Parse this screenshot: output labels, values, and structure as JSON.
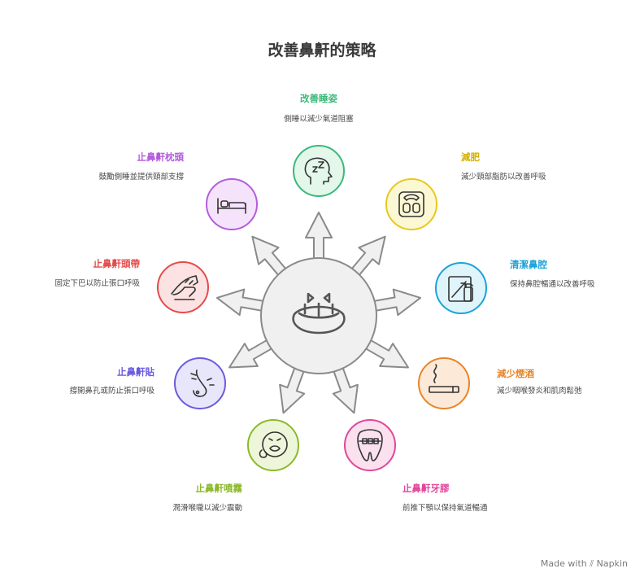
{
  "title": "改善鼻鼾的策略",
  "footer": "Made with ⫽ Napkin",
  "items": [
    {
      "label": "改善睡姿",
      "desc": "側睡以減少氣道阻塞",
      "color": "#3cb878",
      "icon": "head-zzz-icon"
    },
    {
      "label": "減肥",
      "desc": "減少頸部脂肪以改善呼吸",
      "color": "#e8c81c",
      "icon": "weight-scale-icon"
    },
    {
      "label": "清潔鼻腔",
      "desc": "保持鼻腔暢通以改善呼吸",
      "color": "#1aa3d9",
      "icon": "spray-cleaner-icon"
    },
    {
      "label": "減少煙酒",
      "desc": "減少咽喉發炎和肌肉鬆弛",
      "color": "#e8852a",
      "icon": "cigarette-icon"
    },
    {
      "label": "止鼻鼾牙膠",
      "desc": "前推下顎以保持氣道暢通",
      "color": "#e0479a",
      "icon": "tooth-braces-icon"
    },
    {
      "label": "止鼻鼾噴霧",
      "desc": "潤滑喉嚨以減少震動",
      "color": "#8cb92a",
      "icon": "nauseated-face-icon"
    },
    {
      "label": "止鼻鼾貼",
      "desc": "撐開鼻孔或防止張口呼吸",
      "color": "#6a5be0",
      "icon": "nose-icon"
    },
    {
      "label": "止鼻鼾頭帶",
      "desc": "固定下巴以防止張口呼吸",
      "color": "#e44b4b",
      "icon": "chin-strap-icon"
    },
    {
      "label": "止鼻鼾枕頭",
      "desc": "鼓勵側睡並提供頸部支撐",
      "color": "#b45cdc",
      "icon": "bed-pillow-icon"
    }
  ]
}
